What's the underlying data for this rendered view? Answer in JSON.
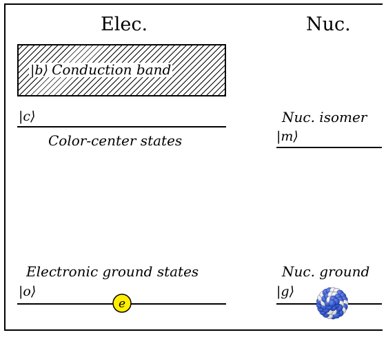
{
  "columns": {
    "electronic": "Elec.",
    "nuclear": "Nuc."
  },
  "conduction_band": {
    "ket": "|b⟩",
    "label": "Conduction band"
  },
  "color_center": {
    "ket": "|c⟩",
    "label": "Color-center states"
  },
  "nuclear_isomer": {
    "label": "Nuc. isomer",
    "ket": "|m⟩"
  },
  "electronic_ground": {
    "label": "Electronic ground states",
    "ket": "|o⟩",
    "electron_symbol": "e",
    "electron_color": "#ffee00"
  },
  "nuclear_ground": {
    "label": "Nuc. ground",
    "ket": "|g⟩",
    "nucleus_colors": [
      "#1a3fb0",
      "#c8c8c8"
    ]
  }
}
